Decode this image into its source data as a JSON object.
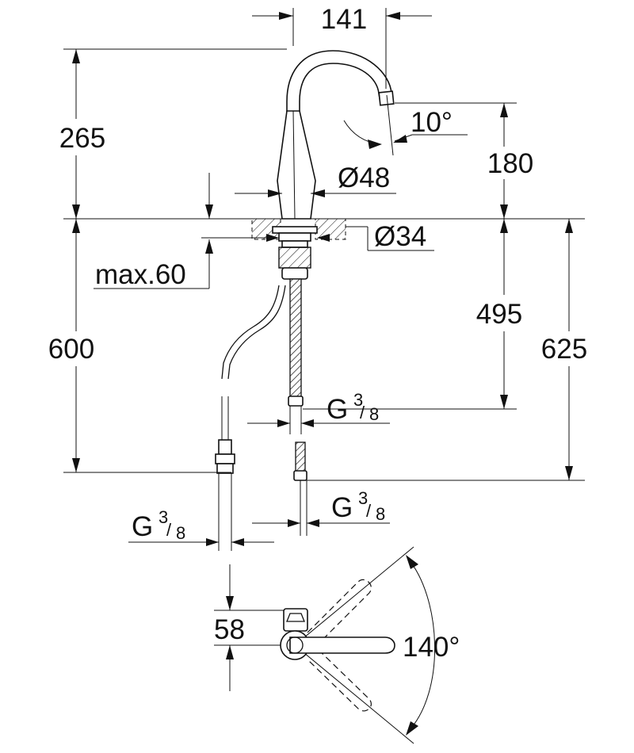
{
  "dimensions": {
    "spout_width": "141",
    "angle_spout": "10°",
    "height_above_deck": "265",
    "spout_height": "180",
    "body_diameter": "Ø48",
    "hole_diameter": "Ø34",
    "max_deck_thickness": "max.60",
    "hose_length": "600",
    "shank_length": "495",
    "total_below": "625",
    "thread_prefix": "G",
    "thread_num": "3",
    "thread_den": "8",
    "lever_offset": "58",
    "lever_angle": "140°"
  }
}
